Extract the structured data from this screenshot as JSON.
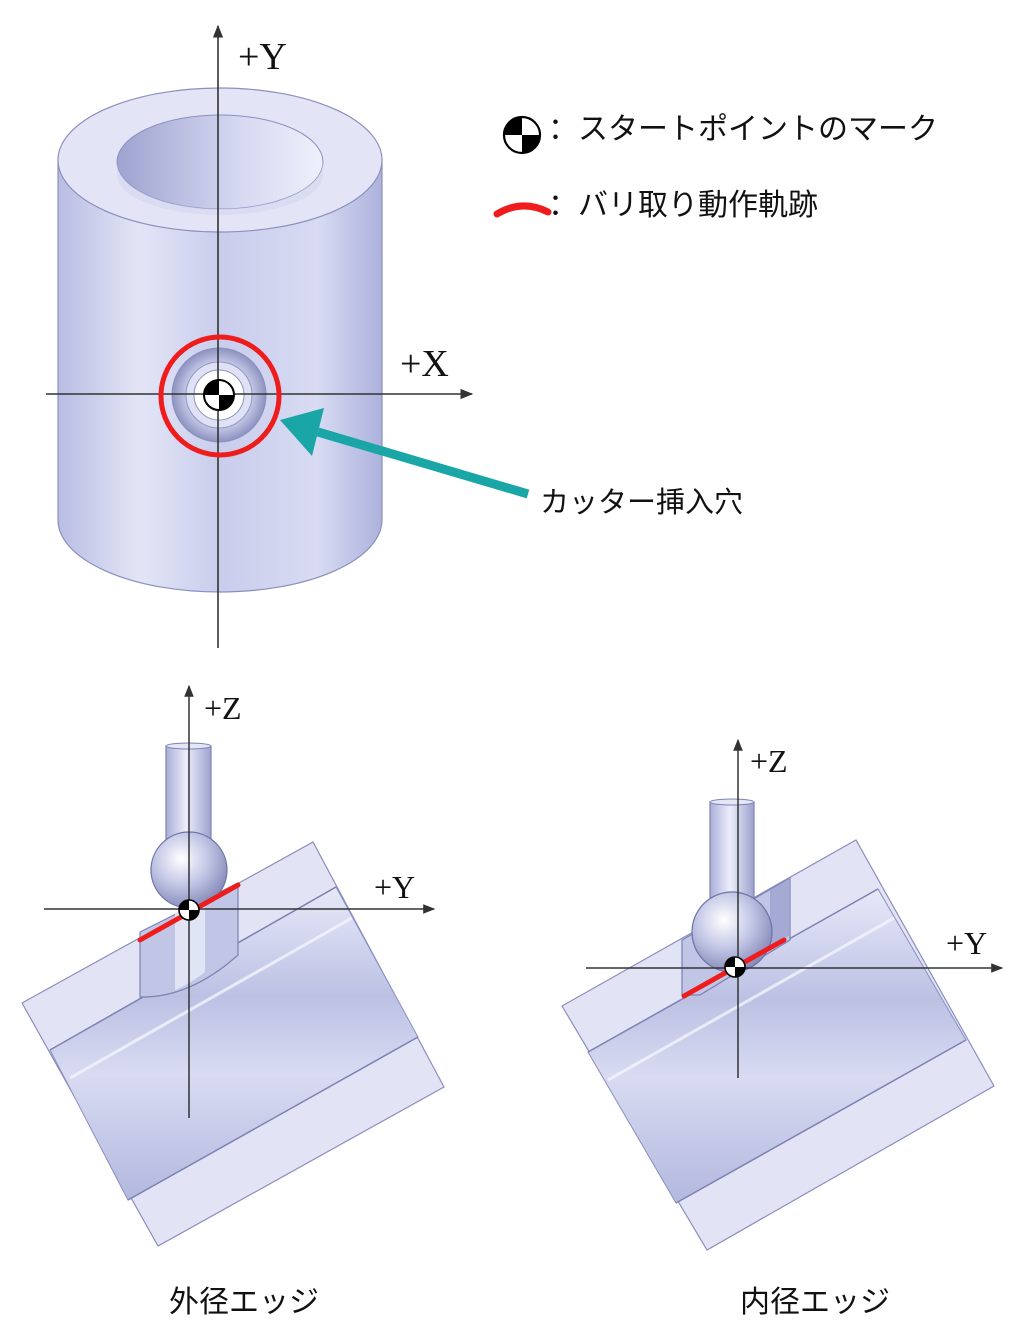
{
  "axes": {
    "top_y": "+Y",
    "top_x": "+X",
    "left_z": "+Z",
    "left_y": "+Y",
    "right_z": "+Z",
    "right_y": "+Y"
  },
  "legend": {
    "start_point": "：スタートポイントのマーク",
    "deburr_path": "：バリ取り動作軌跡"
  },
  "callout": {
    "cutter_hole": "カッター挿入穴"
  },
  "captions": {
    "outer_edge": "外径エッジ",
    "inner_edge": "内径エッジ"
  },
  "colors": {
    "path_red": "#ee1c1c",
    "arrow_teal": "#1aa6a6",
    "body_lavender": "#cfd3ee",
    "face_light": "#e4e6f7"
  }
}
